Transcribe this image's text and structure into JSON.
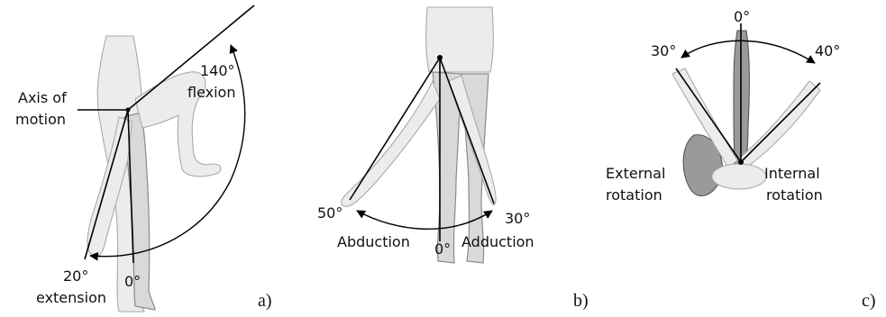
{
  "panel_a": {
    "axis_label_line1": "Axis of",
    "axis_label_line2": "motion",
    "flexion_value": "140°",
    "flexion_word": "flexion",
    "extension_value": "20°",
    "extension_word": "extension",
    "zero": "0°",
    "caption": "a)"
  },
  "panel_b": {
    "abduction_value": "50°",
    "abduction_word": "Abduction",
    "zero": "0°",
    "adduction_value": "30°",
    "adduction_word": "Adduction",
    "caption": "b)"
  },
  "panel_c": {
    "zero": "0°",
    "external_value": "30°",
    "internal_value": "40°",
    "external_line1": "External",
    "external_line2": "rotation",
    "internal_line1": "Internal",
    "internal_line2": "rotation",
    "caption": "c)"
  }
}
